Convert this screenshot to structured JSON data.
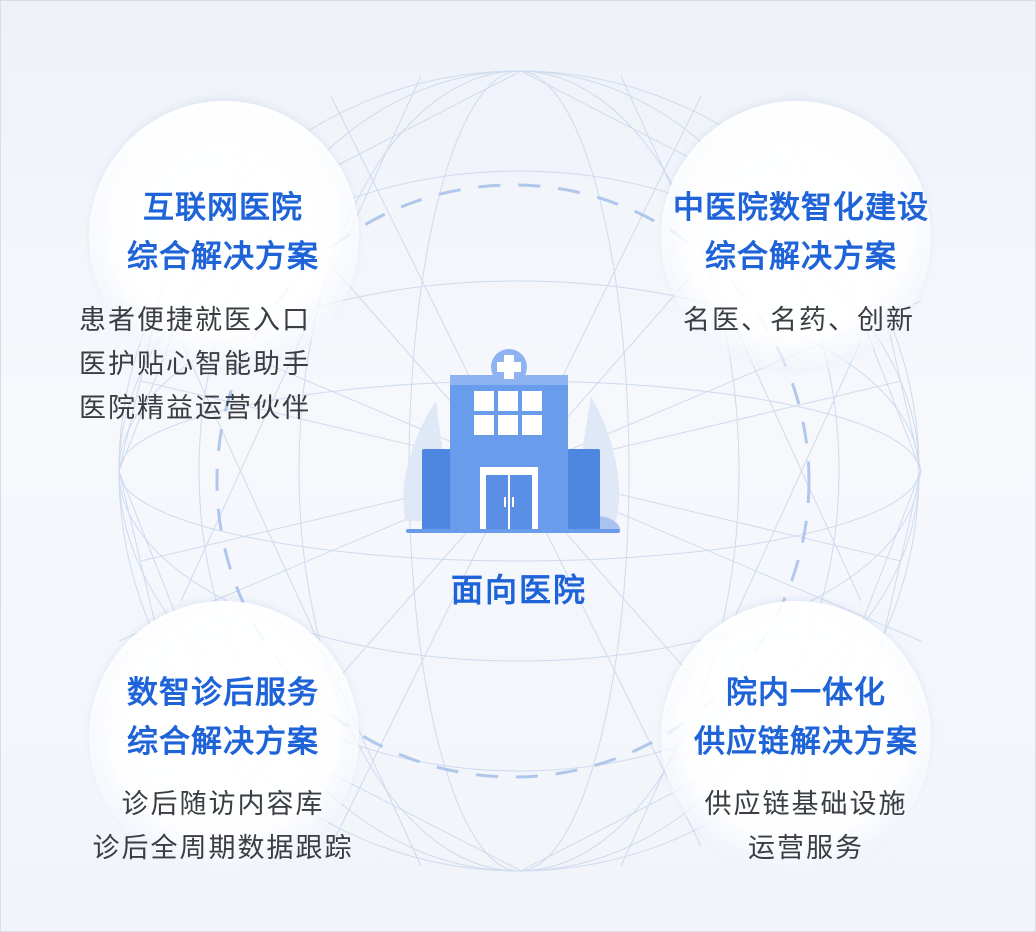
{
  "center": {
    "label": "面向医院"
  },
  "cards": [
    {
      "id": "internet-hospital",
      "title": [
        "互联网医院",
        "综合解决方案"
      ],
      "items": [
        "患者便捷就医入口",
        "医护贴心智能助手",
        "医院精益运营伙伴"
      ]
    },
    {
      "id": "tcm-digital",
      "title": [
        "中医院数智化建设",
        "综合解决方案"
      ],
      "items": [
        "名医、名药、创新"
      ]
    },
    {
      "id": "post-diagnosis",
      "title": [
        "数智诊后服务",
        "综合解决方案"
      ],
      "items": [
        "诊后随访内容库",
        "诊后全周期数据跟踪"
      ]
    },
    {
      "id": "supply-chain",
      "title": [
        "院内一体化",
        "供应链解决方案"
      ],
      "items": [
        "供应链基础设施",
        "运营服务"
      ]
    }
  ],
  "colors": {
    "title": "#1f63d8",
    "text": "#3a3d42",
    "building": "#5b8fe6",
    "dash": "#a9c2ea"
  },
  "icons": [
    "hospital-building-icon",
    "medical-cross-icon"
  ]
}
